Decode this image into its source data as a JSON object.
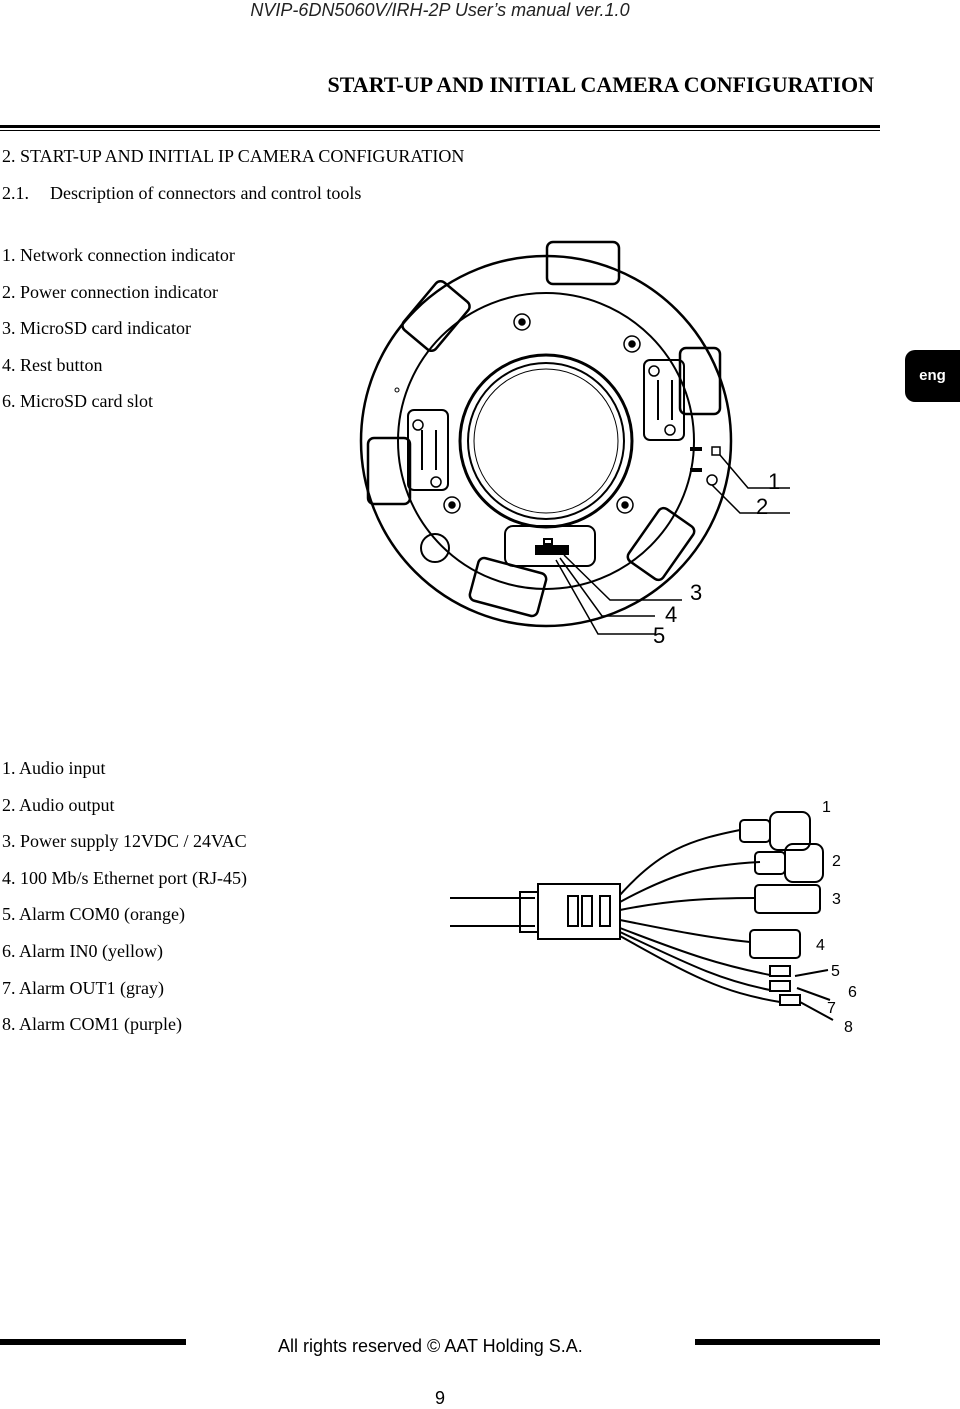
{
  "header": {
    "running_title": "NVIP-6DN5060V/IRH-2P User’s manual ver.1.0"
  },
  "section": {
    "title": "START-UP AND INITIAL CAMERA CONFIGURATION"
  },
  "chapter": {
    "heading": "2. START-UP AND INITIAL IP CAMERA CONFIGURATION"
  },
  "subsection": {
    "number": "2.1.",
    "title": "Description of connectors and control tools"
  },
  "language_tab": {
    "label": "eng"
  },
  "camera_items": [
    "1. Network connection indicator",
    "2. Power connection indicator",
    "3. MicroSD card indicator",
    "4. Rest button",
    "6. MicroSD card slot"
  ],
  "camera_callouts": [
    "1",
    "2",
    "3",
    "4",
    "5"
  ],
  "cable_items": [
    "1. Audio input",
    "2. Audio output",
    "3. Power supply 12VDC / 24VAC",
    "4. 100 Mb/s Ethernet port (RJ-45)",
    "5. Alarm COM0 (orange)",
    "6. Alarm IN0 (yellow)",
    "7. Alarm OUT1 (gray)",
    "8. Alarm COM1 (purple)"
  ],
  "cable_callouts": [
    "1",
    "2",
    "3",
    "4",
    "5",
    "6",
    "7",
    "8"
  ],
  "footer": {
    "copyright": "All rights reserved © AAT Holding S.A.",
    "page_number": "9"
  }
}
